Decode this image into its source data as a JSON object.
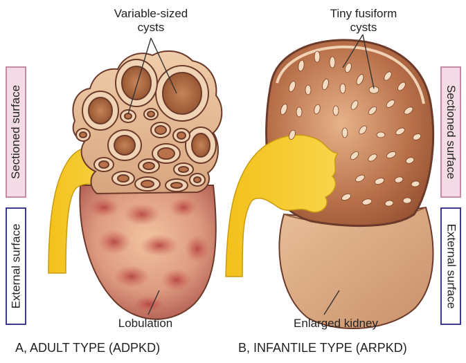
{
  "labels": {
    "left_top": "Sectioned surface",
    "left_bottom": "External surface",
    "right_top": "Sectioned surface",
    "right_bottom": "External surface"
  },
  "callouts": {
    "variable_line1": "Variable-sized",
    "variable_line2": "cysts",
    "tiny_line1": "Tiny fusiform",
    "tiny_line2": "cysts",
    "lobulation": "Lobulation",
    "enlarged": "Enlarged kidney"
  },
  "captions": {
    "adult": "A, ADULT TYPE (ADPKD)",
    "infantile": "B, INFANTILE TYPE (ARPKD)"
  },
  "colors": {
    "label_pink_bg": "#f4dce6",
    "label_blue_border": "#3d3a8c",
    "ureter": "#f5c518",
    "kidney_brown": "#b06a3e",
    "cyst_tan": "#e8c4a4",
    "lobulation_red": "#b8474a"
  }
}
